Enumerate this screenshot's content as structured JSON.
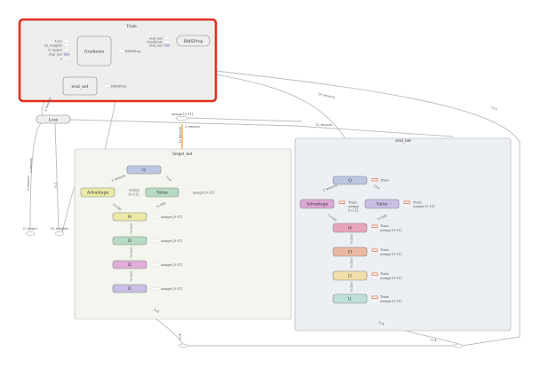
{
  "train": {
    "title": "Train",
    "gradients": "Gradients",
    "gradients_inputs": [
      "Loss",
      "IS_weights",
      "Q_target",
      "eval_net",
      "s"
    ],
    "gradients_output": "RMSProp",
    "rmsprop": "RMSProp",
    "rmsprop_inputs": [
      "eval_net",
      "Gradients",
      "eval_net"
    ],
    "eval_net": "eval_net",
    "eval_net_output": "RMSProp",
    "selected_border_color": "#e0301e"
  },
  "loss": "Loss",
  "assign_top": "Assign [0-11]",
  "placeholders": {
    "q_target": "Q_target",
    "is_weights": "IS_weights"
  },
  "edge_labels": {
    "train_loss": "4 tensors",
    "q_target_loss": "2 tensors",
    "is_weights_loss": "?×1",
    "assign_loss": "2 tensors",
    "assign_target": "12 tensors",
    "train_eval": "24 tensors",
    "eval_loss": "12 tensors",
    "right_edge": "?×4",
    "adv_q": "2 tensors",
    "value_q": "?×4",
    "l4_adv": "?×100",
    "l4_value": "?×100",
    "l3_l4": "?×100",
    "l2_l3": "?×100",
    "l1_l2": "?×100",
    "s_l1": "?×4",
    "s_bottom": "?×4",
    "eval_s_l1": "?×4",
    "eval_bottom": "?×4"
  },
  "target_net": {
    "title": "Target_net",
    "nodes": {
      "q": "Q",
      "advantage": "Advantage",
      "value": "Value",
      "l4": "l4",
      "l3": "l3",
      "l2": "l2",
      "l1": "l1"
    },
    "assign": "Assign [0-11]",
    "assign_split": [
      "Assign",
      "[0-11]"
    ]
  },
  "eval_net": {
    "title": "eval_net",
    "nodes": {
      "q": "Q",
      "advantage": "Advantage",
      "value": "Value",
      "l4": "l4",
      "l3": "l3",
      "l2": "l2",
      "l1": "l1"
    },
    "train": "Train",
    "assign": "Assign [0-11]",
    "assign_split": [
      "Assign",
      "[0-11]"
    ]
  },
  "colors": {
    "q": "#bcc5e2",
    "advantage_target": "#ece8a6",
    "value_target": "#b6dac3",
    "l4_target": "#ece8a6",
    "l3_target": "#b6dac3",
    "l2_target": "#dfaed9",
    "l1_target": "#c9bee4",
    "advantage_eval": "#dca7d2",
    "value_eval": "#c9bee4",
    "l4_eval": "#e6a5bd",
    "l3_eval": "#e8b9a0",
    "l2_eval": "#f1dea8",
    "l1_eval": "#bddfda",
    "train_port": "#e07a4f"
  }
}
